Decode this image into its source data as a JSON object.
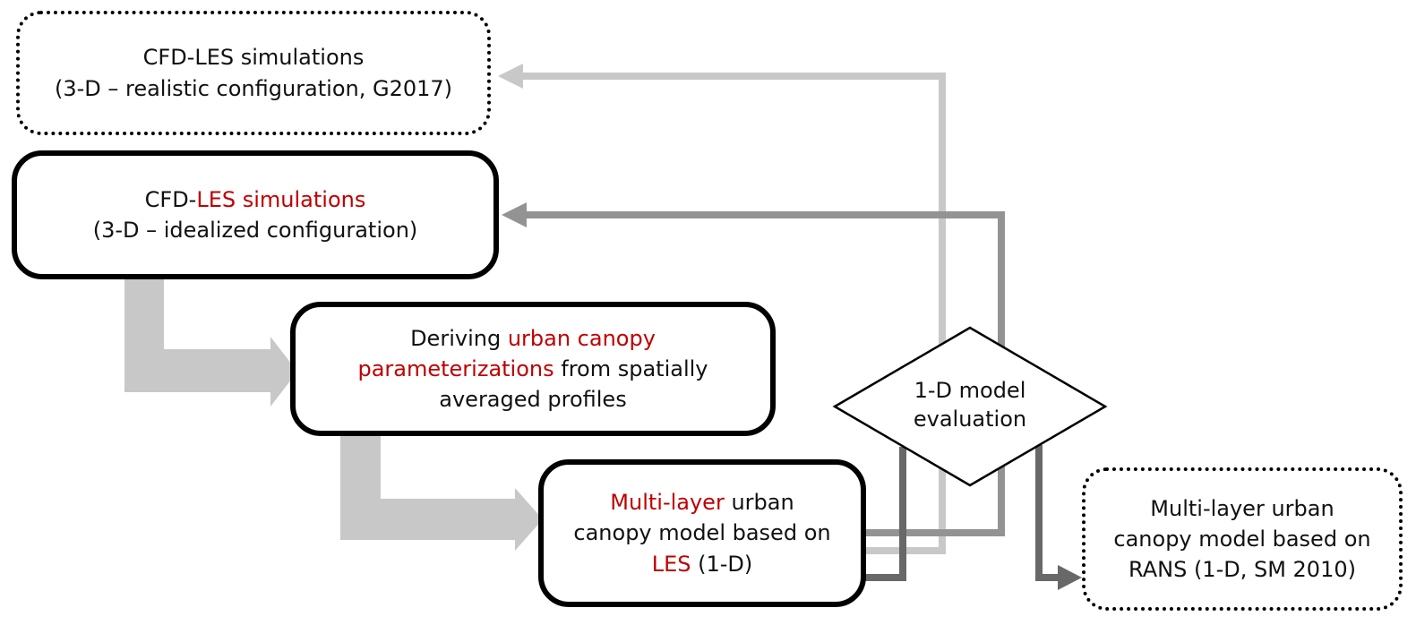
{
  "title": "LES-based urban canopy model development and evaluation flowchart",
  "colors": {
    "light_gray": "#c8c8c8",
    "medium_gray": "#939393",
    "dark_gray": "#686868",
    "red": "#c00000",
    "black": "#000000",
    "white": "#ffffff"
  },
  "nodes": {
    "les_realistic": {
      "shape": "dotted-rounded-rect",
      "lines": [
        [
          {
            "text": "CFD-LES simulations",
            "cls": "seg"
          }
        ],
        [
          {
            "text": "(3-D – realistic configuration, G2017)",
            "cls": "seg"
          }
        ]
      ]
    },
    "les_idealized": {
      "shape": "solid-rounded-rect",
      "lines": [
        [
          {
            "text": "CFD-",
            "cls": "seg"
          },
          {
            "text": "LES simulations",
            "cls": "seg red"
          }
        ],
        [
          {
            "text": "(3-D – idealized configuration)",
            "cls": "seg"
          }
        ]
      ]
    },
    "deriving_params": {
      "shape": "solid-rounded-rect",
      "lines": [
        [
          {
            "text": "Deriving ",
            "cls": "seg"
          },
          {
            "text": "urban canopy",
            "cls": "seg red"
          }
        ],
        [
          {
            "text": "parameterizations",
            "cls": "seg red"
          },
          {
            "text": " from spatially",
            "cls": "seg"
          }
        ],
        [
          {
            "text": "averaged profiles",
            "cls": "seg"
          }
        ]
      ]
    },
    "les_1d_model": {
      "shape": "solid-rounded-rect",
      "lines": [
        [
          {
            "text": "Multi-layer",
            "cls": "seg red"
          },
          {
            "text": " urban",
            "cls": "seg"
          }
        ],
        [
          {
            "text": "canopy model based on",
            "cls": "seg"
          }
        ],
        [
          {
            "text": "LES",
            "cls": "seg red"
          },
          {
            "text": " (1-D)",
            "cls": "seg"
          }
        ]
      ]
    },
    "evaluation": {
      "shape": "diamond",
      "lines": [
        [
          {
            "text": "1-D model",
            "cls": "seg"
          }
        ],
        [
          {
            "text": "evaluation",
            "cls": "seg"
          }
        ]
      ]
    },
    "rans_model": {
      "shape": "dotted-rounded-rect",
      "lines": [
        [
          {
            "text": "Multi-layer urban",
            "cls": "seg"
          }
        ],
        [
          {
            "text": "canopy model based on",
            "cls": "seg"
          }
        ],
        [
          {
            "text": "RANS (1-D, SM 2010)",
            "cls": "seg"
          }
        ]
      ]
    }
  },
  "connectors": [
    {
      "id": "idealized-to-deriving",
      "from": "les_idealized",
      "to": "deriving_params",
      "style": "thick-elbow-arrow",
      "color": "#c8c8c8"
    },
    {
      "id": "deriving-to-les1d",
      "from": "deriving_params",
      "to": "les_1d_model",
      "style": "thick-elbow-arrow",
      "color": "#c8c8c8"
    },
    {
      "id": "les1d-to-realistic",
      "from": "les_1d_model",
      "to": "les_realistic",
      "style": "thin-elbow-arrow",
      "color": "#c8c8c8"
    },
    {
      "id": "les1d-to-idealized",
      "from": "les_1d_model",
      "to": "les_idealized",
      "style": "thin-elbow-arrow",
      "color": "#939393"
    },
    {
      "id": "les1d-to-evaluation",
      "from": "les_1d_model",
      "to": "evaluation",
      "style": "thin-elbow-line",
      "color": "#686868"
    },
    {
      "id": "evaluation-to-rans",
      "from": "evaluation",
      "to": "rans_model",
      "style": "thin-elbow-arrow",
      "color": "#686868"
    }
  ]
}
